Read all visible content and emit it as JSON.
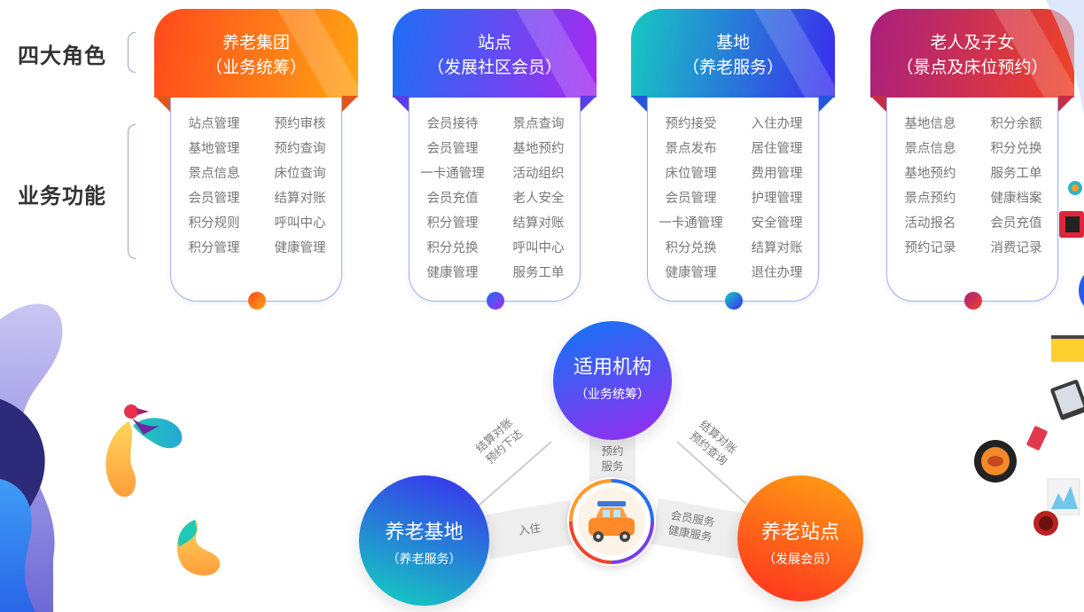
{
  "left_labels": {
    "roles": "四大角色",
    "functions": "业务功能"
  },
  "cards": [
    {
      "line1": "养老集团",
      "line2": "（业务统筹）",
      "grad": [
        "#ff4a1c",
        "#ffa313"
      ],
      "fold": "#e0571a",
      "items": [
        "站点管理",
        "预约审核",
        "基地管理",
        "预约查询",
        "景点信息",
        "床位查询",
        "会员管理",
        "结算对账",
        "积分规则",
        "呼叫中心",
        "积分管理",
        "健康管理"
      ]
    },
    {
      "line1": "站点",
      "line2": "（发展社区会员）",
      "grad": [
        "#1d6ff5",
        "#a72af0"
      ],
      "fold": "#5a3ee8",
      "items": [
        "会员接待",
        "景点查询",
        "会员管理",
        "基地预约",
        "一卡通管理",
        "活动组织",
        "会员充值",
        "老人安全",
        "积分管理",
        "结算对账",
        "积分兑换",
        "呼叫中心",
        "健康管理",
        "服务工单"
      ]
    },
    {
      "line1": "基地",
      "line2": "（养老服务）",
      "grad": [
        "#16c9c1",
        "#3a2cf0"
      ],
      "fold": "#2456e0",
      "items": [
        "预约接受",
        "入住办理",
        "景点发布",
        "居住管理",
        "床位管理",
        "费用管理",
        "会员管理",
        "护理管理",
        "一卡通管理",
        "安全管理",
        "积分兑换",
        "结算对账",
        "健康管理",
        "退住办理"
      ]
    },
    {
      "line1": "老人及子女",
      "line2": "（景点及床位预约）",
      "grad": [
        "#a91f7e",
        "#f04325"
      ],
      "fold": "#c72d45",
      "items": [
        "基地信息",
        "积分余额",
        "景点信息",
        "积分兑换",
        "基地预约",
        "服务工单",
        "景点预约",
        "健康档案",
        "活动报名",
        "会员充值",
        "预约记录",
        "消费记录"
      ]
    }
  ],
  "hub": {
    "top": {
      "title": "适用机构",
      "sub": "（业务统筹）"
    },
    "left": {
      "title": "养老基地",
      "sub": "（养老服务）"
    },
    "right": {
      "title": "养老站点",
      "sub": "（发展会员）"
    }
  },
  "connectors": {
    "top_left": [
      "结算对账",
      "预约下达"
    ],
    "top_right": [
      "结算对账",
      "预约查询"
    ],
    "top_center": [
      "预约",
      "服务"
    ],
    "left_center": "入住",
    "right_center": [
      "会员服务",
      "健康服务"
    ]
  }
}
